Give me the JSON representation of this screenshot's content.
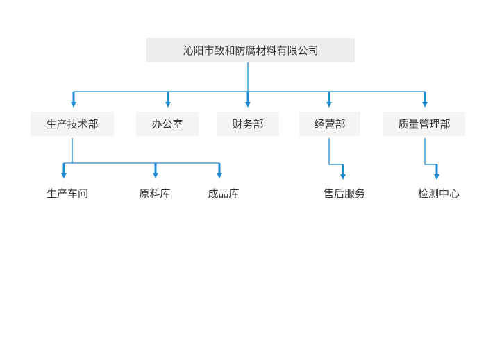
{
  "colors": {
    "connector": "#1f8bd4",
    "box_fill": "#f4f4f4",
    "root_fill": "#eeeeee",
    "text": "#333333"
  },
  "root": {
    "label": "沁阳市致和防腐材料有限公司"
  },
  "departments": [
    {
      "label": "生产技术部",
      "children": [
        "生产车间",
        "原料库",
        "成品库"
      ]
    },
    {
      "label": "办公室",
      "children": []
    },
    {
      "label": "财务部",
      "children": []
    },
    {
      "label": "经营部",
      "children": [
        "售后服务"
      ]
    },
    {
      "label": "质量管理部",
      "children": [
        "检测中心"
      ]
    }
  ]
}
